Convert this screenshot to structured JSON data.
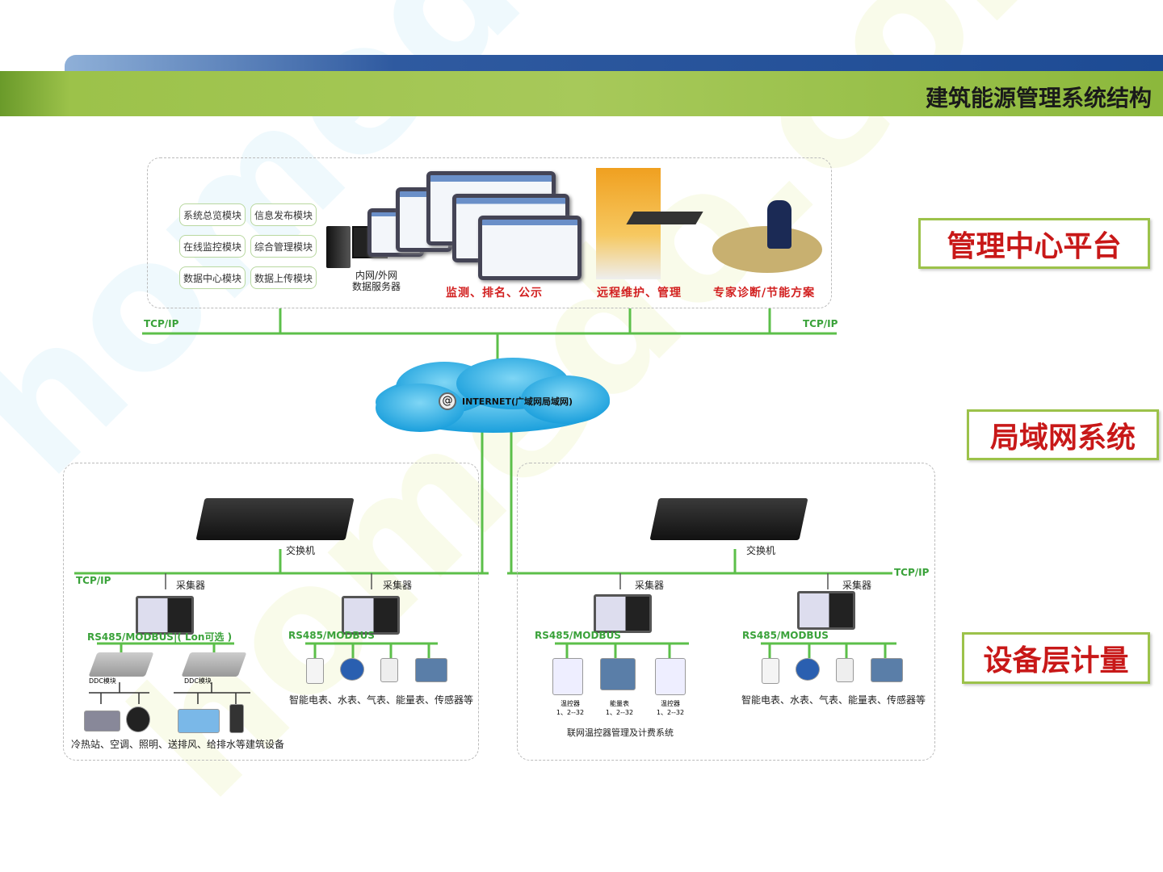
{
  "header": {
    "title": "建筑能源管理系统结构"
  },
  "platform": {
    "modules": [
      "系统总览模块",
      "信息发布模块",
      "在线监控模块",
      "综合管理模块",
      "数据中心模块",
      "数据上传模块"
    ],
    "server_label": [
      "内网/外网",
      "数据服务器"
    ],
    "captions": [
      "监测、排名、公示",
      "远程维护、管理",
      "专家诊断/节能方案"
    ],
    "tcp_left": "TCP/IP",
    "tcp_right": "TCP/IP"
  },
  "cloud": {
    "label": "INTERNET(广域网局域网)"
  },
  "left_subnet": {
    "switch": "交换机",
    "tcp": "TCP/IP",
    "collector1": "采集器",
    "collector2": "采集器",
    "bus1": "RS485/MODBUS|( Lon可选 )",
    "bus2": "RS485/MODBUS",
    "ddc1": "DDC模块",
    "ddc2": "DDC模块",
    "equipment": "冷热站、空调、照明、送排风、给排水等建筑设备",
    "meters": "智能电表、水表、气表、能量表、传感器等"
  },
  "right_subnet": {
    "switch": "交换机",
    "tcp": "TCP/IP",
    "collector1": "采集器",
    "collector2": "采集器",
    "bus1": "RS485/MODBUS",
    "bus2": "RS485/MODBUS",
    "dev1": [
      "温控器",
      "1、2--32"
    ],
    "dev2": [
      "能量表",
      "1、2--32"
    ],
    "dev3": [
      "温控器",
      "1、2--32"
    ],
    "system": "联网温控器管理及计费系统",
    "meters": "智能电表、水表、气表、能量表、传感器等"
  },
  "layers": [
    "管理中心平台",
    "局域网系统",
    "设备层计量"
  ],
  "colors": {
    "green_line": "#5cbf4a",
    "accent_red": "#c81818",
    "bar_green": "#9cc24a",
    "bar_blue": "#1d4b94"
  }
}
